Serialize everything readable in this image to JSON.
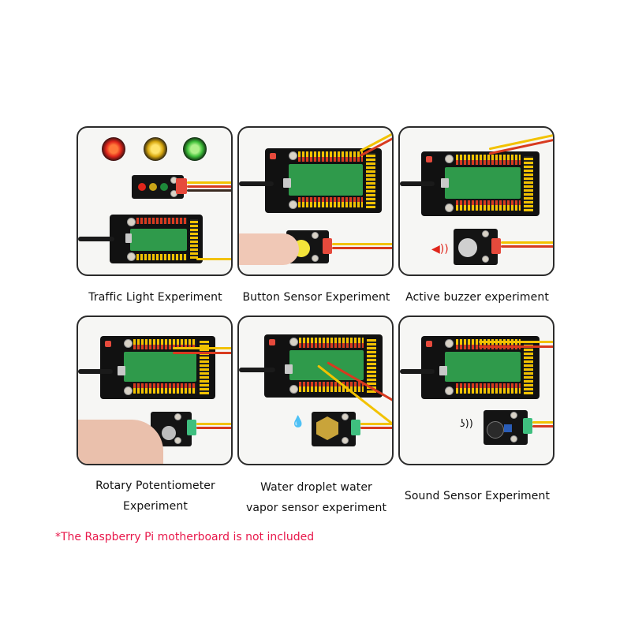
{
  "experiments": [
    {
      "id": "traffic-light",
      "caption": [
        "Traffic Light Experiment"
      ],
      "module_color": "#e64a3c",
      "connector_color": "#e64a3c"
    },
    {
      "id": "button-sensor",
      "caption": [
        "Button Sensor Experiment"
      ],
      "module_color": "#f2e33a",
      "connector_color": "#e64a3c"
    },
    {
      "id": "active-buzzer",
      "caption": [
        "Active buzzer experiment"
      ],
      "module_color": "#cfcfcf",
      "connector_color": "#e64a3c"
    },
    {
      "id": "rotary-potentiometer",
      "caption": [
        "Rotary Potentiometer",
        "Experiment"
      ],
      "module_color": "#bdbdbd",
      "connector_color": "#3fbf7f"
    },
    {
      "id": "water-droplet-sensor",
      "caption": [
        "Water droplet water",
        "vapor sensor experiment"
      ],
      "module_color": "#c9a43a",
      "connector_color": "#3fbf7f"
    },
    {
      "id": "sound-sensor",
      "caption": [
        "Sound Sensor Experiment"
      ],
      "module_color": "#2a5db8",
      "connector_color": "#3fbf7f"
    }
  ],
  "traffic_light_leds": [
    "#e0261b",
    "#f0c419",
    "#3fbf3a"
  ],
  "note": "*The Raspberry Pi motherboard is not included",
  "colors": {
    "note": "#e8174a",
    "panel_border": "#2b2b2b",
    "board": "#111111",
    "pico": "#2f9a4b",
    "header_yellow": "#f2c200",
    "header_red": "#d83a1f"
  }
}
